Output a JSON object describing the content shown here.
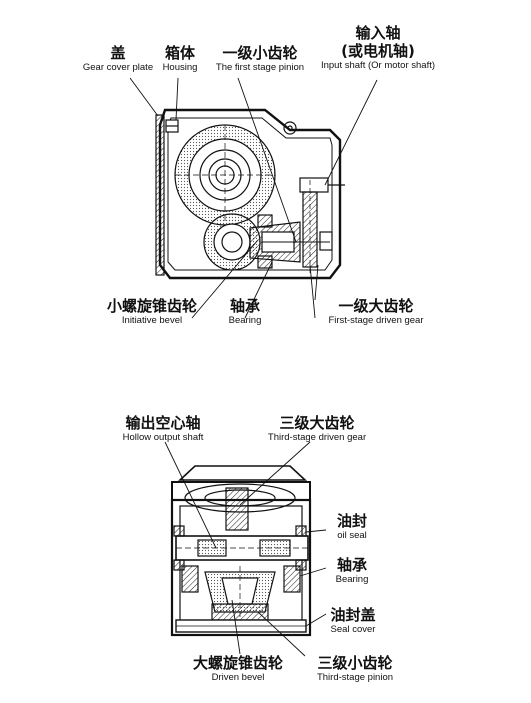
{
  "top_labels": {
    "gear_cover": {
      "zh": "盖",
      "en": "Gear cover plate"
    },
    "housing": {
      "zh": "箱体",
      "en": "Housing"
    },
    "first_pinion": {
      "zh": "一级小齿轮",
      "en": "The first stage pinion"
    },
    "input_shaft": {
      "zh1": "输入轴",
      "zh2": "(或电机轴)",
      "en": "Input shaft (Or motor shaft)"
    },
    "initiative_bevel": {
      "zh": "小螺旋锥齿轮",
      "en": "Initiative bevel"
    },
    "bearing": {
      "zh": "轴承",
      "en": "Bearing"
    },
    "first_driven": {
      "zh": "一级大齿轮",
      "en": "First-stage driven gear"
    }
  },
  "bottom_labels": {
    "hollow_shaft": {
      "zh": "输出空心轴",
      "en": "Hollow output shaft"
    },
    "third_driven": {
      "zh": "三级大齿轮",
      "en": "Third-stage driven gear"
    },
    "oil_seal": {
      "zh": "油封",
      "en": "oil seal"
    },
    "bearing": {
      "zh": "轴承",
      "en": "Bearing"
    },
    "seal_cover": {
      "zh": "油封盖",
      "en": "Seal cover"
    },
    "driven_bevel": {
      "zh": "大螺旋锥齿轮",
      "en": "Driven bevel"
    },
    "third_pinion": {
      "zh": "三级小齿轮",
      "en": "Third-stage pinion"
    }
  }
}
